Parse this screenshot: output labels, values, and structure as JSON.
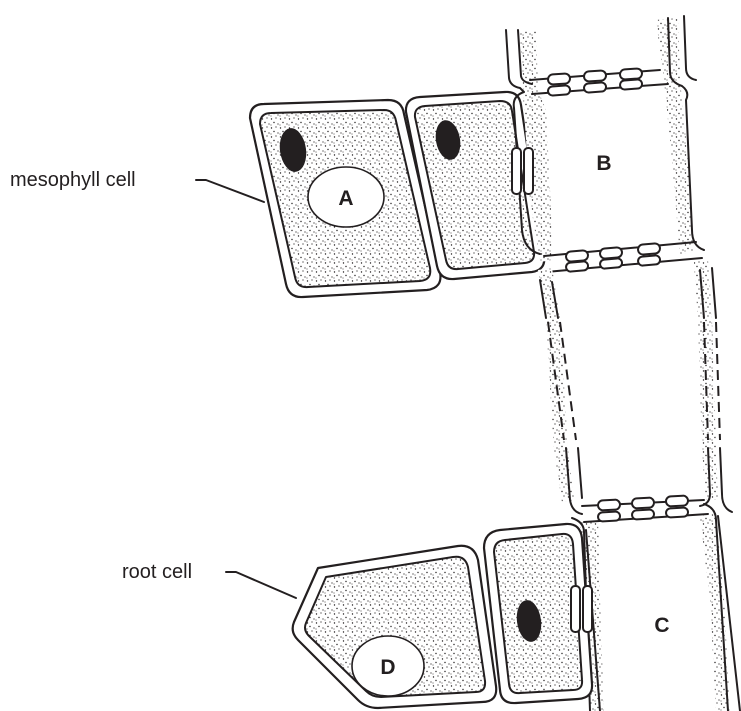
{
  "labels": {
    "vacuole_A": "A",
    "vessel_B": "B",
    "vessel_C": "C",
    "vacuole_D": "D",
    "mesophyll": "mesophyll cell",
    "root": "root cell"
  }
}
